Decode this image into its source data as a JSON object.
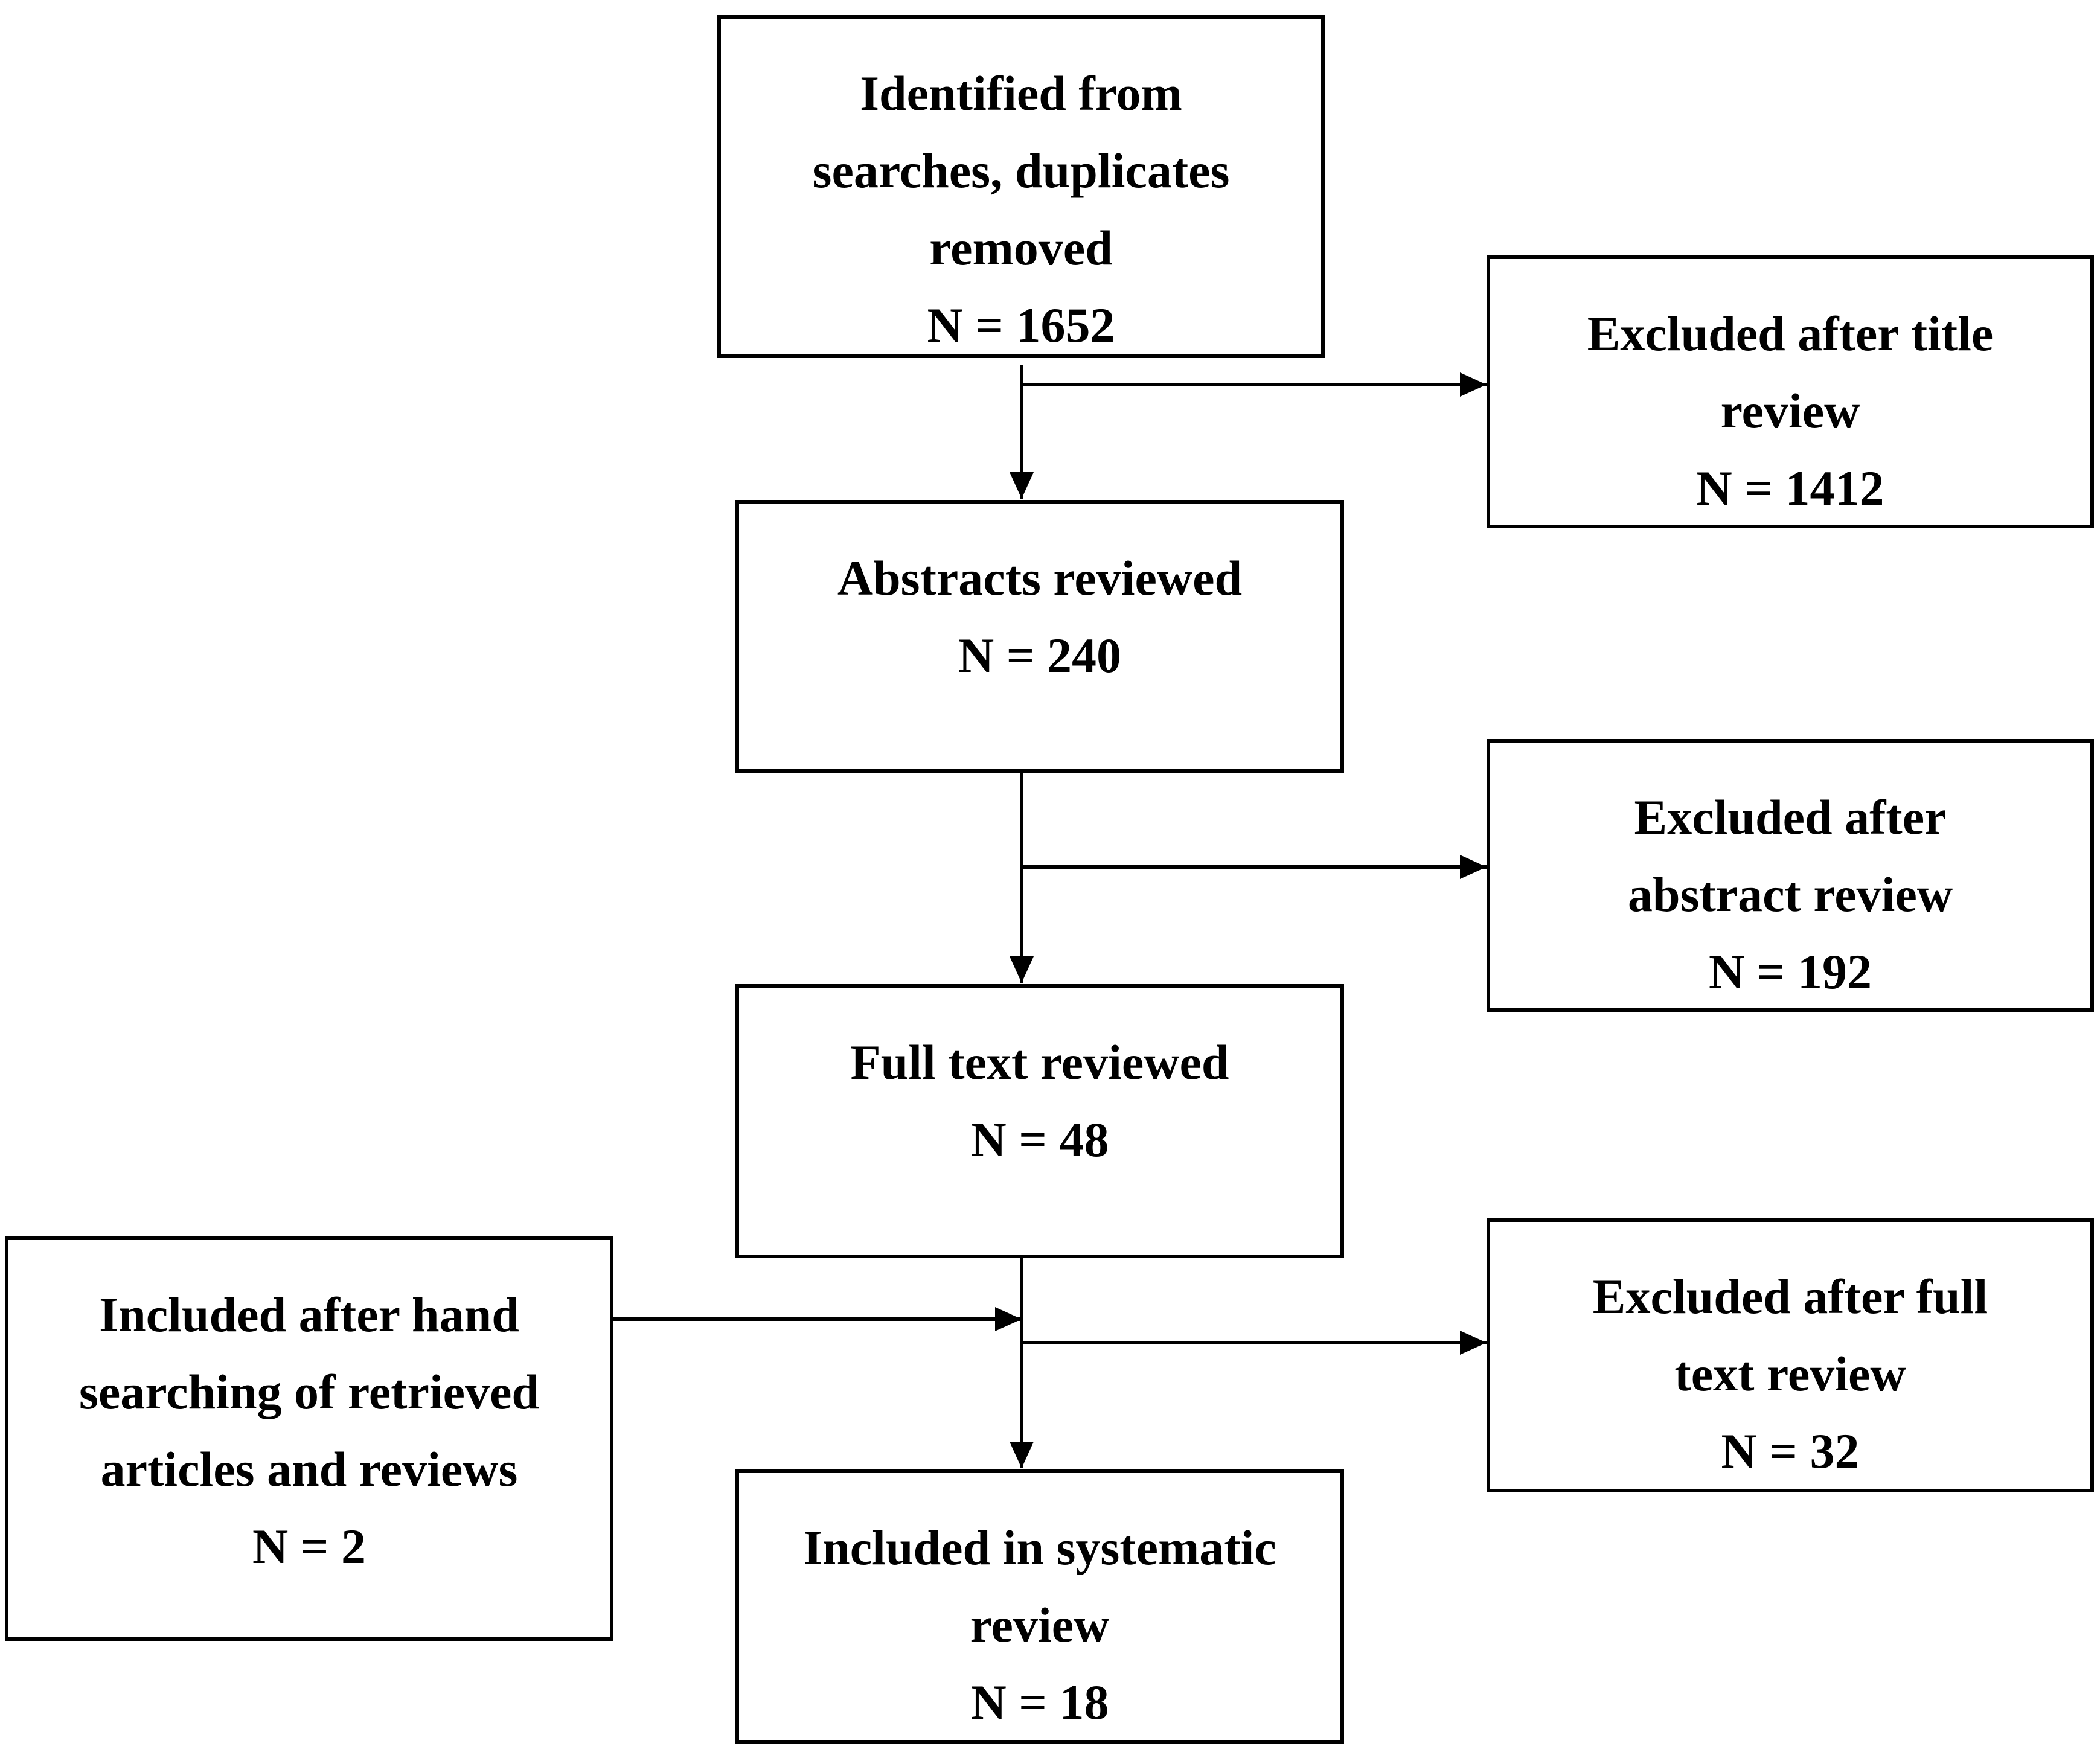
{
  "flowchart": {
    "identified": {
      "lines": [
        "Identified from",
        "searches, duplicates",
        "removed"
      ],
      "count": "N = 1652"
    },
    "abstracts": {
      "lines": [
        "Abstracts reviewed"
      ],
      "count": "N = 240"
    },
    "full_text": {
      "lines": [
        "Full text reviewed"
      ],
      "count": "N = 48"
    },
    "included": {
      "lines": [
        "Included in systematic",
        "review"
      ],
      "count": "N = 18"
    },
    "excluded_title": {
      "lines": [
        "Excluded after title",
        "review"
      ],
      "count": "N = 1412"
    },
    "excluded_abstract": {
      "lines": [
        "Excluded after",
        "abstract review"
      ],
      "count": "N = 192"
    },
    "excluded_full_text": {
      "lines": [
        "Excluded after full",
        "text review"
      ],
      "count": "N = 32"
    },
    "hand_search": {
      "lines": [
        "Included after hand",
        "searching of retrieved",
        "articles and reviews"
      ],
      "count": "N = 2"
    }
  }
}
